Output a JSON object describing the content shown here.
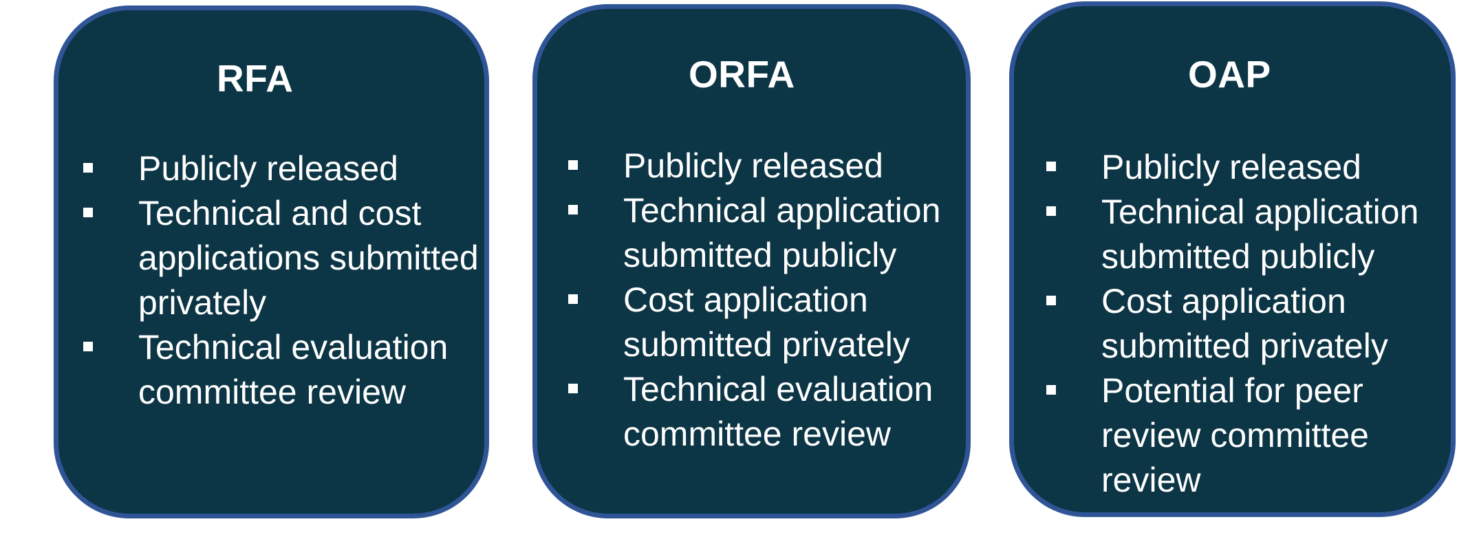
{
  "cards": [
    {
      "title": "RFA",
      "items": [
        "Publicly released",
        "Technical and cost\napplications submitted\nprivately",
        "Technical evaluation\ncommittee review"
      ]
    },
    {
      "title": "ORFA",
      "items": [
        "Publicly released",
        "Technical application\nsubmitted publicly",
        "Cost application\nsubmitted privately",
        "Technical evaluation\ncommittee review"
      ]
    },
    {
      "title": "OAP",
      "items": [
        "Publicly released",
        "Technical application\nsubmitted publicly",
        "Cost application\nsubmitted privately",
        "Potential for peer\nreview  committee\nreview"
      ]
    }
  ],
  "colors": {
    "card_fill": "#0c3545",
    "card_border": "#2f5597",
    "text": "#ffffff",
    "background": "#ffffff"
  }
}
